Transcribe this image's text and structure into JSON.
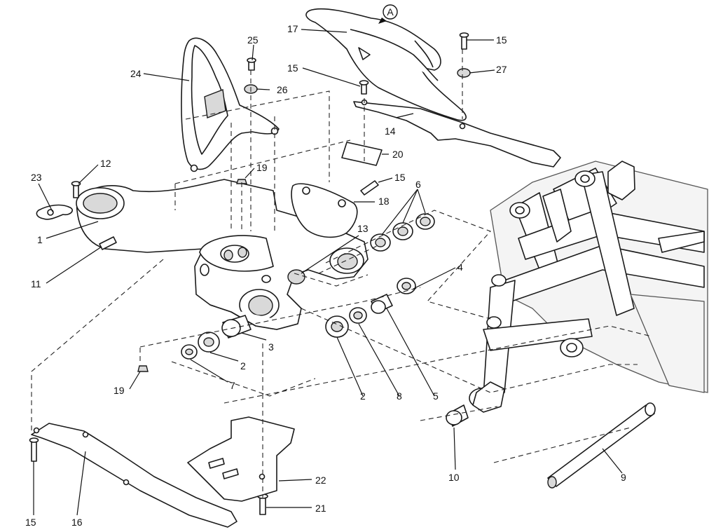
{
  "diagram": {
    "callouts": [
      {
        "id": "c1",
        "text": "1"
      },
      {
        "id": "c2a",
        "text": "2"
      },
      {
        "id": "c2b",
        "text": "2"
      },
      {
        "id": "c3",
        "text": "3"
      },
      {
        "id": "c4",
        "text": "4"
      },
      {
        "id": "c5",
        "text": "5"
      },
      {
        "id": "c6",
        "text": "6"
      },
      {
        "id": "c7",
        "text": "7"
      },
      {
        "id": "c8",
        "text": "8"
      },
      {
        "id": "c9",
        "text": "9"
      },
      {
        "id": "c10",
        "text": "10"
      },
      {
        "id": "c11",
        "text": "11"
      },
      {
        "id": "c12",
        "text": "12"
      },
      {
        "id": "c13",
        "text": "13"
      },
      {
        "id": "c14",
        "text": "14"
      },
      {
        "id": "c15a",
        "text": "15"
      },
      {
        "id": "c15b",
        "text": "15"
      },
      {
        "id": "c15c",
        "text": "15"
      },
      {
        "id": "c15d",
        "text": "15"
      },
      {
        "id": "c16",
        "text": "16"
      },
      {
        "id": "c17",
        "text": "17"
      },
      {
        "id": "c18",
        "text": "18"
      },
      {
        "id": "c19a",
        "text": "19"
      },
      {
        "id": "c19b",
        "text": "19"
      },
      {
        "id": "c20",
        "text": "20"
      },
      {
        "id": "c21",
        "text": "21"
      },
      {
        "id": "c22",
        "text": "22"
      },
      {
        "id": "c23",
        "text": "23"
      },
      {
        "id": "c24",
        "text": "24"
      },
      {
        "id": "c25",
        "text": "25"
      },
      {
        "id": "c26",
        "text": "26"
      },
      {
        "id": "c27",
        "text": "27"
      }
    ],
    "reference_marker": "A"
  }
}
